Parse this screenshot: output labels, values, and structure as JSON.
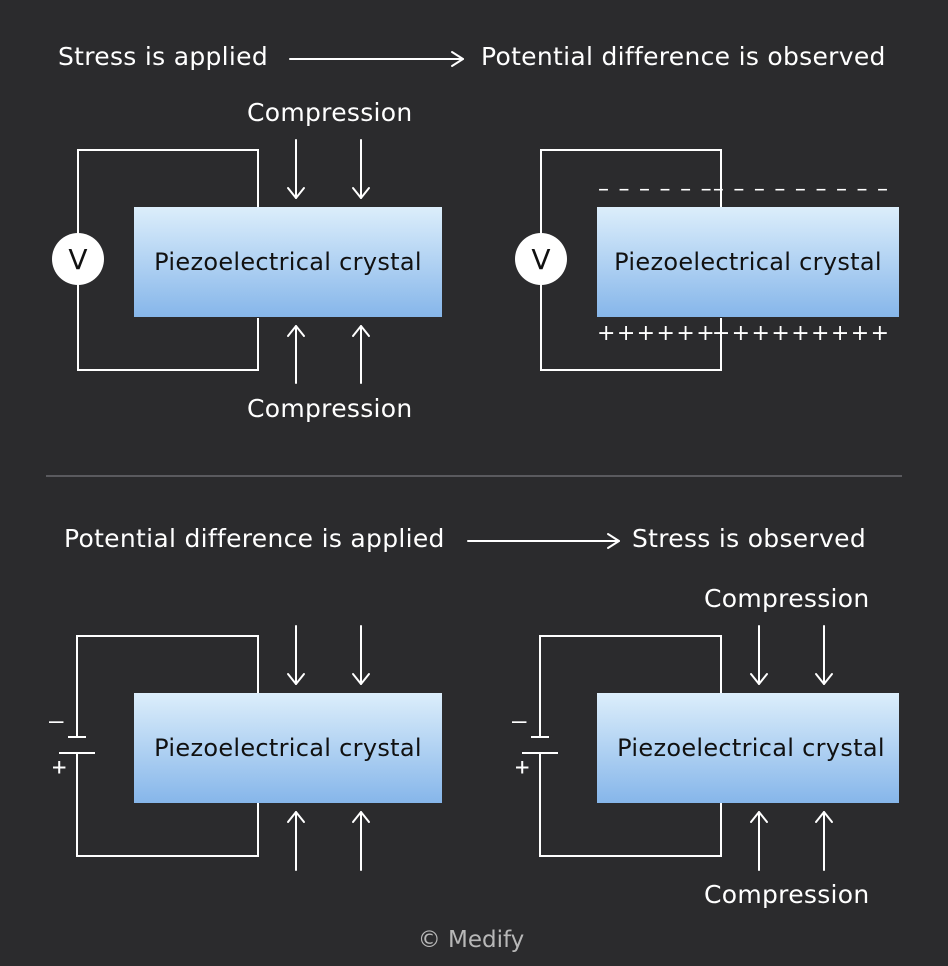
{
  "colors": {
    "background": "#2b2b2d",
    "crystal_top": "#dceefb",
    "crystal_bottom": "#86b6ea",
    "foreground": "#ffffff",
    "credit": "#b8b8b8"
  },
  "top_section": {
    "cause": "Stress is applied",
    "effect": "Potential difference is observed",
    "left_panel": {
      "top_label": "Compression",
      "bottom_label": "Compression",
      "crystal_label": "Piezoelectrical crystal",
      "meter_label": "V"
    },
    "right_panel": {
      "crystal_label": "Piezoelectrical crystal",
      "meter_label": "V",
      "negative_charges": "– – – – – –– – – – – – – – –",
      "positive_charges": "+ + + + + ++ + + + + + + + +"
    }
  },
  "bottom_section": {
    "cause": "Potential difference is applied",
    "effect": "Stress is observed",
    "left_panel": {
      "crystal_label": "Piezoelectrical crystal",
      "battery_negative": "–",
      "battery_positive": "+"
    },
    "right_panel": {
      "top_label": "Compression",
      "bottom_label": "Compression",
      "crystal_label": "Piezoelectrical crystal",
      "battery_negative": "–",
      "battery_positive": "+"
    }
  },
  "credit": "© Medify"
}
